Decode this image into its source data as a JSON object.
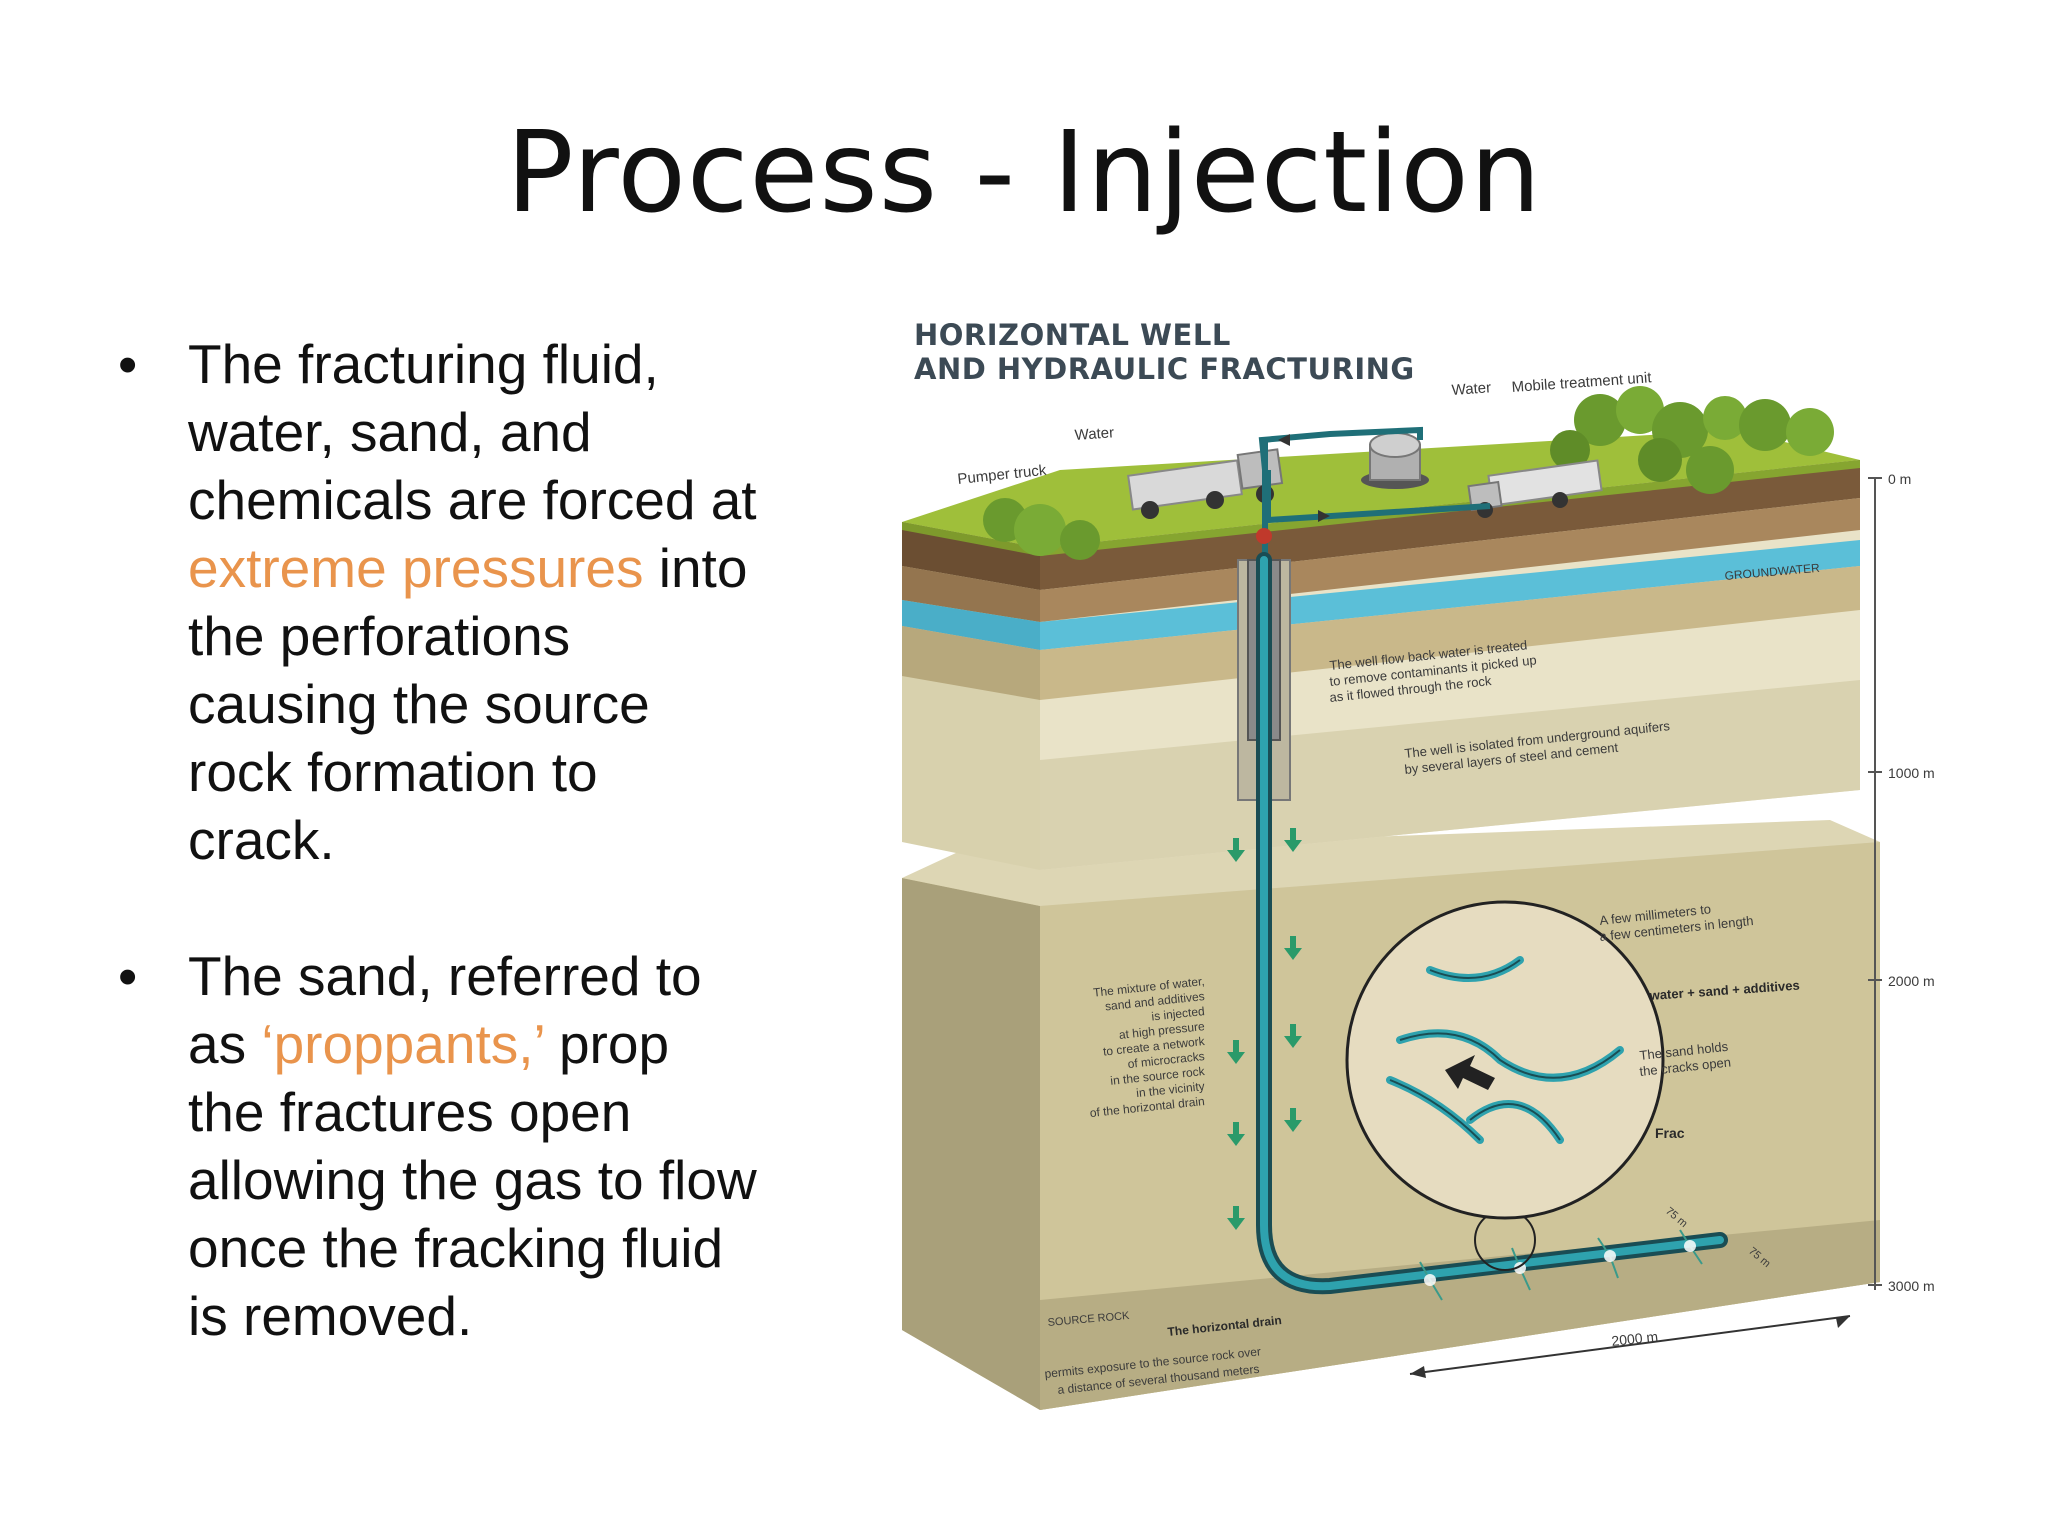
{
  "title": "Process - Injection",
  "bullets": [
    {
      "parts": [
        {
          "text": "The fracturing fluid, water, sand, and chemicals are forced at ",
          "highlight": false
        },
        {
          "text": "extreme pressures",
          "highlight": true
        },
        {
          "text": " into the perforations causing the source rock formation to crack.",
          "highlight": false
        }
      ]
    },
    {
      "parts": [
        {
          "text": "The sand, referred to as ",
          "highlight": false
        },
        {
          "text": "‘proppants,’",
          "highlight": true
        },
        {
          "text": " prop the fractures open allowing the gas to flow once the fracking fluid is removed.",
          "highlight": false
        }
      ]
    }
  ],
  "highlight_color": "#e9944c",
  "diagram": {
    "title_line1": "HORIZONTAL WELL",
    "title_line2": "AND HYDRAULIC FRACTURING",
    "labels": {
      "water_top": "Water",
      "mobile_unit": "Mobile treatment unit",
      "water_left": "Water",
      "pumper_truck": "Pumper truck",
      "groundwater": "GROUNDWATER",
      "flowback_1": "The well flow back water is treated",
      "flowback_2": "to remove contaminants it picked up",
      "flowback_3": "as it flowed through the rock",
      "isolated_1": "The well is isolated from underground aquifers",
      "isolated_2": "by several layers of steel and cement",
      "mixture": [
        "The mixture of water,",
        "sand and additives",
        "is injected",
        "at high pressure",
        "to create a network",
        "of microcracks",
        "in the source rock",
        "in the vicinity",
        "of the horizontal drain"
      ],
      "mm_1": "A few millimeters to",
      "mm_2": "a few centimeters in length",
      "wsa": "water + sand + additives",
      "sand_holds_1": "The sand holds",
      "sand_holds_2": "the cracks open",
      "frac": "Frac",
      "source_rock": "SOURCE ROCK",
      "drain_1": "The horizontal drain",
      "drain_2": "permits exposure to the source rock over",
      "drain_3": "a distance of several thousand meters",
      "dist_2000": "2000 m",
      "dist_75a": "75 m",
      "dist_75b": "75 m"
    },
    "depth_scale": [
      "0 m",
      "1000 m",
      "2000 m",
      "3000 m"
    ],
    "colors": {
      "grass": "#9fbf3a",
      "soil": "#7a5a3a",
      "groundwater": "#5bbfd8",
      "rock_light": "#e9e3c8",
      "rock_mid": "#c8bf94",
      "rock_dark": "#8c835c",
      "pipe": "#1f6f78",
      "tree": "#6a9a2e",
      "arrow": "#2a9a6a"
    }
  }
}
